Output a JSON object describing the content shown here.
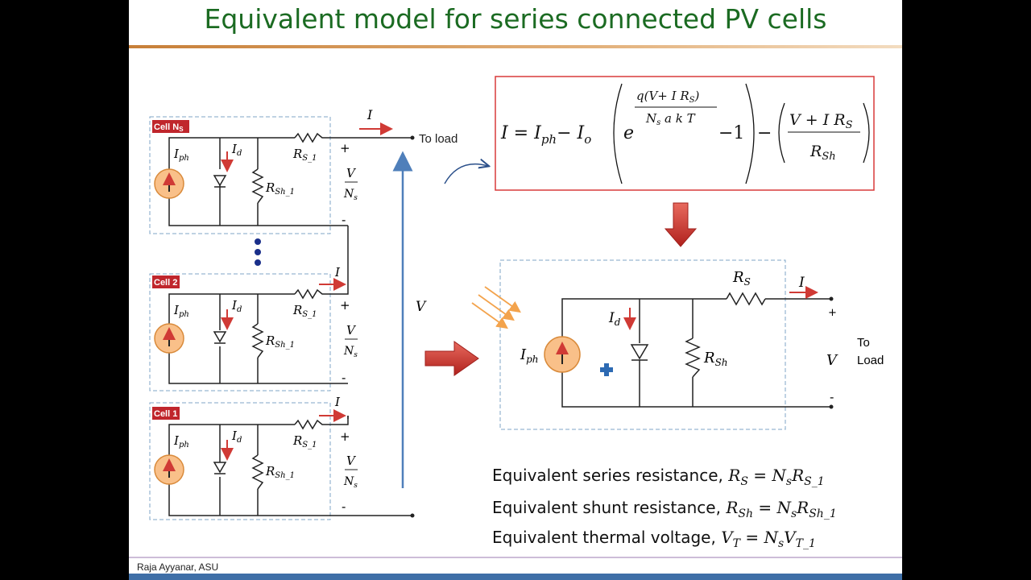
{
  "slide": {
    "title": "Equivalent model for series connected PV cells",
    "footer": "Raja Ayyanar, ASU"
  },
  "left_circuit": {
    "cells": [
      {
        "tag": "Cell N",
        "tag_sub": "S"
      },
      {
        "tag": "Cell 2",
        "tag_sub": ""
      },
      {
        "tag": "Cell 1",
        "tag_sub": ""
      }
    ],
    "iph": "I",
    "iph_sub": "ph",
    "id": "I",
    "id_sub": "d",
    "rs": "R",
    "rs_sub": "S_1",
    "rsh": "R",
    "rsh_sub": "Sh_1",
    "current": "I",
    "to_load": "To load",
    "plus": "+",
    "minus": "-",
    "v_num": "V",
    "v_den": "N",
    "v_den_sub": "s",
    "total_v": "V"
  },
  "equation": {
    "lhs": "I = I",
    "iph_sub": "ph",
    "minus_io": "− I",
    "io_sub": "o",
    "e": "e",
    "exp_num": "q(V+ I R",
    "exp_num_sub": "S",
    "exp_num_close": ")",
    "exp_den": "N",
    "exp_den_sub": "s",
    "exp_den_rest": " a k T",
    "minus_one": "−1",
    "frac_num": "V + I R",
    "frac_num_sub": "S",
    "frac_den": "R",
    "frac_den_sub": "Sh",
    "minus": "−"
  },
  "right_circuit": {
    "rs": "R",
    "rs_sub": "S",
    "current": "I",
    "id": "I",
    "id_sub": "d",
    "iph": "I",
    "iph_sub": "ph",
    "rsh": "R",
    "rsh_sub": "Sh",
    "plus": "+",
    "minus": "-",
    "v": "V",
    "to": "To",
    "load": "Load"
  },
  "equivalents": [
    {
      "text": "Equivalent series resistance, ",
      "sym": "R",
      "sym_sub": "S",
      "eq": " = ",
      "val": "N",
      "val_sub": "s",
      "val2": "R",
      "val2_sub": "S_1"
    },
    {
      "text": "Equivalent shunt resistance, ",
      "sym": "R",
      "sym_sub": "Sh",
      "eq": " = ",
      "val": "N",
      "val_sub": "s",
      "val2": "R",
      "val2_sub": "Sh_1"
    },
    {
      "text": "Equivalent thermal voltage, ",
      "sym": "V",
      "sym_sub": "T",
      "eq": " = ",
      "val": "N",
      "val_sub": "s",
      "val2": "V",
      "val2_sub": "T_1"
    }
  ],
  "colors": {
    "title": "#1b6b22",
    "arrow_red": "#d03a35",
    "source_fill": "#f9c089",
    "source_stroke": "#d98a3a",
    "box_red": "#d93a3a",
    "blue_arrow": "#4f7fba",
    "dash": "#7fa6c7"
  }
}
